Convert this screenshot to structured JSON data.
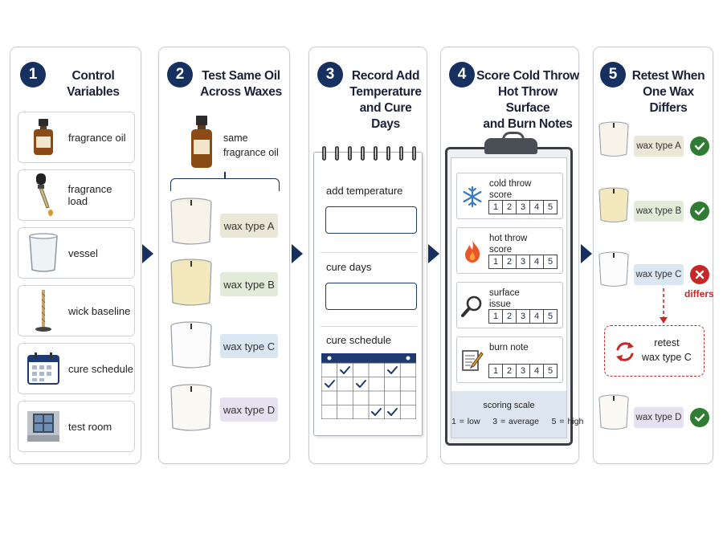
{
  "colors": {
    "navy": "#16315f",
    "check_green": "#2e7d32",
    "alert_red": "#c62828",
    "wax_a": "#ebe7d6",
    "wax_b": "#e2ebd8",
    "wax_c": "#dae6f2",
    "wax_d": "#e5e1f0"
  },
  "steps": [
    {
      "number": "1",
      "title_lines": [
        "Control",
        "Variables"
      ],
      "items": [
        {
          "label": "fragrance oil",
          "icon": "amber-bottle-icon"
        },
        {
          "label": "fragrance load",
          "icon": "dropper-icon"
        },
        {
          "label": "vessel",
          "icon": "glass-vessel-icon"
        },
        {
          "label": "wick baseline",
          "icon": "wick-icon"
        },
        {
          "label": "cure schedule",
          "icon": "calendar-icon"
        },
        {
          "label": "test room",
          "icon": "window-room-icon"
        }
      ]
    },
    {
      "number": "2",
      "title_lines": [
        "Test Same Oil",
        "Across Waxes"
      ],
      "oil_lines": [
        "same",
        "fragrance oil"
      ],
      "waxes": [
        "wax type A",
        "wax type B",
        "wax type C",
        "wax type D"
      ]
    },
    {
      "number": "3",
      "title_lines": [
        "Record Add",
        "Temperature",
        "and Cure Days"
      ],
      "fields": [
        "add temperature",
        "cure days",
        "cure schedule"
      ]
    },
    {
      "number": "4",
      "title_lines": [
        "Score Cold Throw",
        "Hot Throw Surface",
        "and Burn Notes"
      ],
      "rows": [
        {
          "lines": [
            "cold throw",
            "score"
          ],
          "icon": "snowflake-icon"
        },
        {
          "lines": [
            "hot throw",
            "score"
          ],
          "icon": "flame-icon"
        },
        {
          "lines": [
            "surface",
            "issue"
          ],
          "icon": "magnifier-icon"
        },
        {
          "lines": [
            "burn note",
            ""
          ],
          "icon": "note-pencil-icon"
        }
      ],
      "score_values": [
        "1",
        "2",
        "3",
        "4",
        "5"
      ],
      "scale_title": "scoring scale",
      "scale_values": "1 = low    3 = average    5 = high"
    },
    {
      "number": "5",
      "title_lines": [
        "Retest When",
        "One Wax Differs"
      ],
      "waxes": [
        "wax type A",
        "wax type B",
        "wax type C",
        "wax type D"
      ],
      "differs_label": "differs",
      "retest_lines": [
        "retest",
        "wax type C"
      ]
    }
  ]
}
